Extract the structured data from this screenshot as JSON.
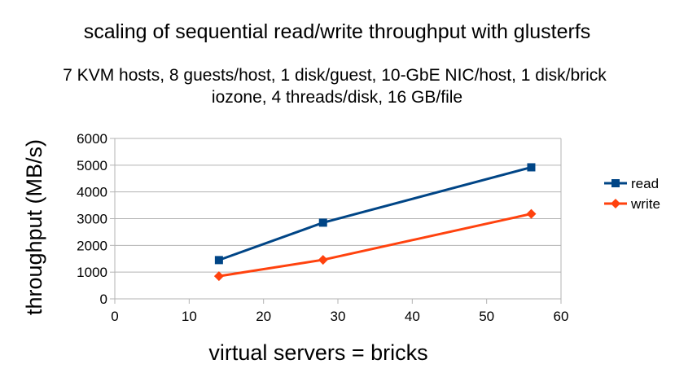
{
  "chart_data": {
    "type": "line",
    "title": "scaling of sequential read/write throughput with glusterfs",
    "subtitle_lines": [
      "7 KVM hosts, 8 guests/host, 1 disk/guest, 10-GbE NIC/host, 1 disk/brick",
      "iozone, 4 threads/disk, 16 GB/file"
    ],
    "xlabel": "virtual servers = bricks",
    "ylabel": "throughput (MB/s)",
    "xlim": [
      0,
      60
    ],
    "ylim": [
      0,
      6000
    ],
    "xticks": [
      0,
      10,
      20,
      30,
      40,
      50,
      60
    ],
    "yticks": [
      0,
      1000,
      2000,
      3000,
      4000,
      5000,
      6000
    ],
    "grid": "horizontal",
    "legend_position": "right",
    "series": [
      {
        "name": "read",
        "color": "#004586",
        "marker": "square",
        "x": [
          14,
          28,
          56
        ],
        "y": [
          1450,
          2850,
          4920
        ]
      },
      {
        "name": "write",
        "color": "#ff420e",
        "marker": "diamond",
        "x": [
          14,
          28,
          56
        ],
        "y": [
          850,
          1460,
          3180
        ]
      }
    ]
  }
}
